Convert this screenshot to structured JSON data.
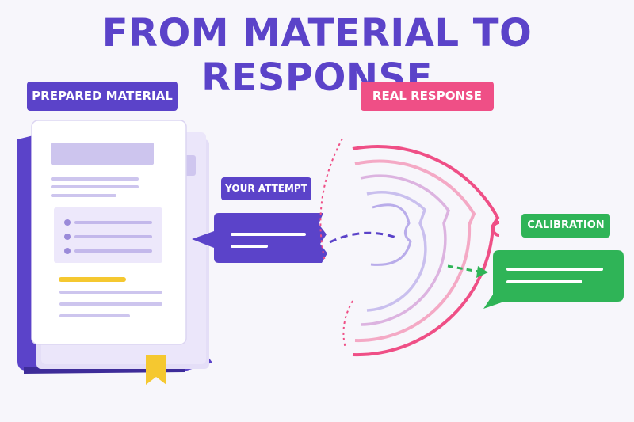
{
  "title": "FROM MATERIAL TO RESPONSE",
  "labels": {
    "prepared_material": "PREPARED MATERIAL",
    "real_response": "REAL RESPONSE",
    "your_attempt": "YOUR ATTEMPT",
    "calibration": "CALIBRATION"
  },
  "colors": {
    "primary_purple": "#5b43c9",
    "pink": "#ef4f86",
    "green": "#2fb457",
    "highlight_yellow": "#f5c830",
    "background": "#f7f6fb"
  },
  "icons": [
    "book-icon",
    "document-icon",
    "speech-bubble-icon",
    "sound-wave-icon",
    "bookmark-icon"
  ]
}
